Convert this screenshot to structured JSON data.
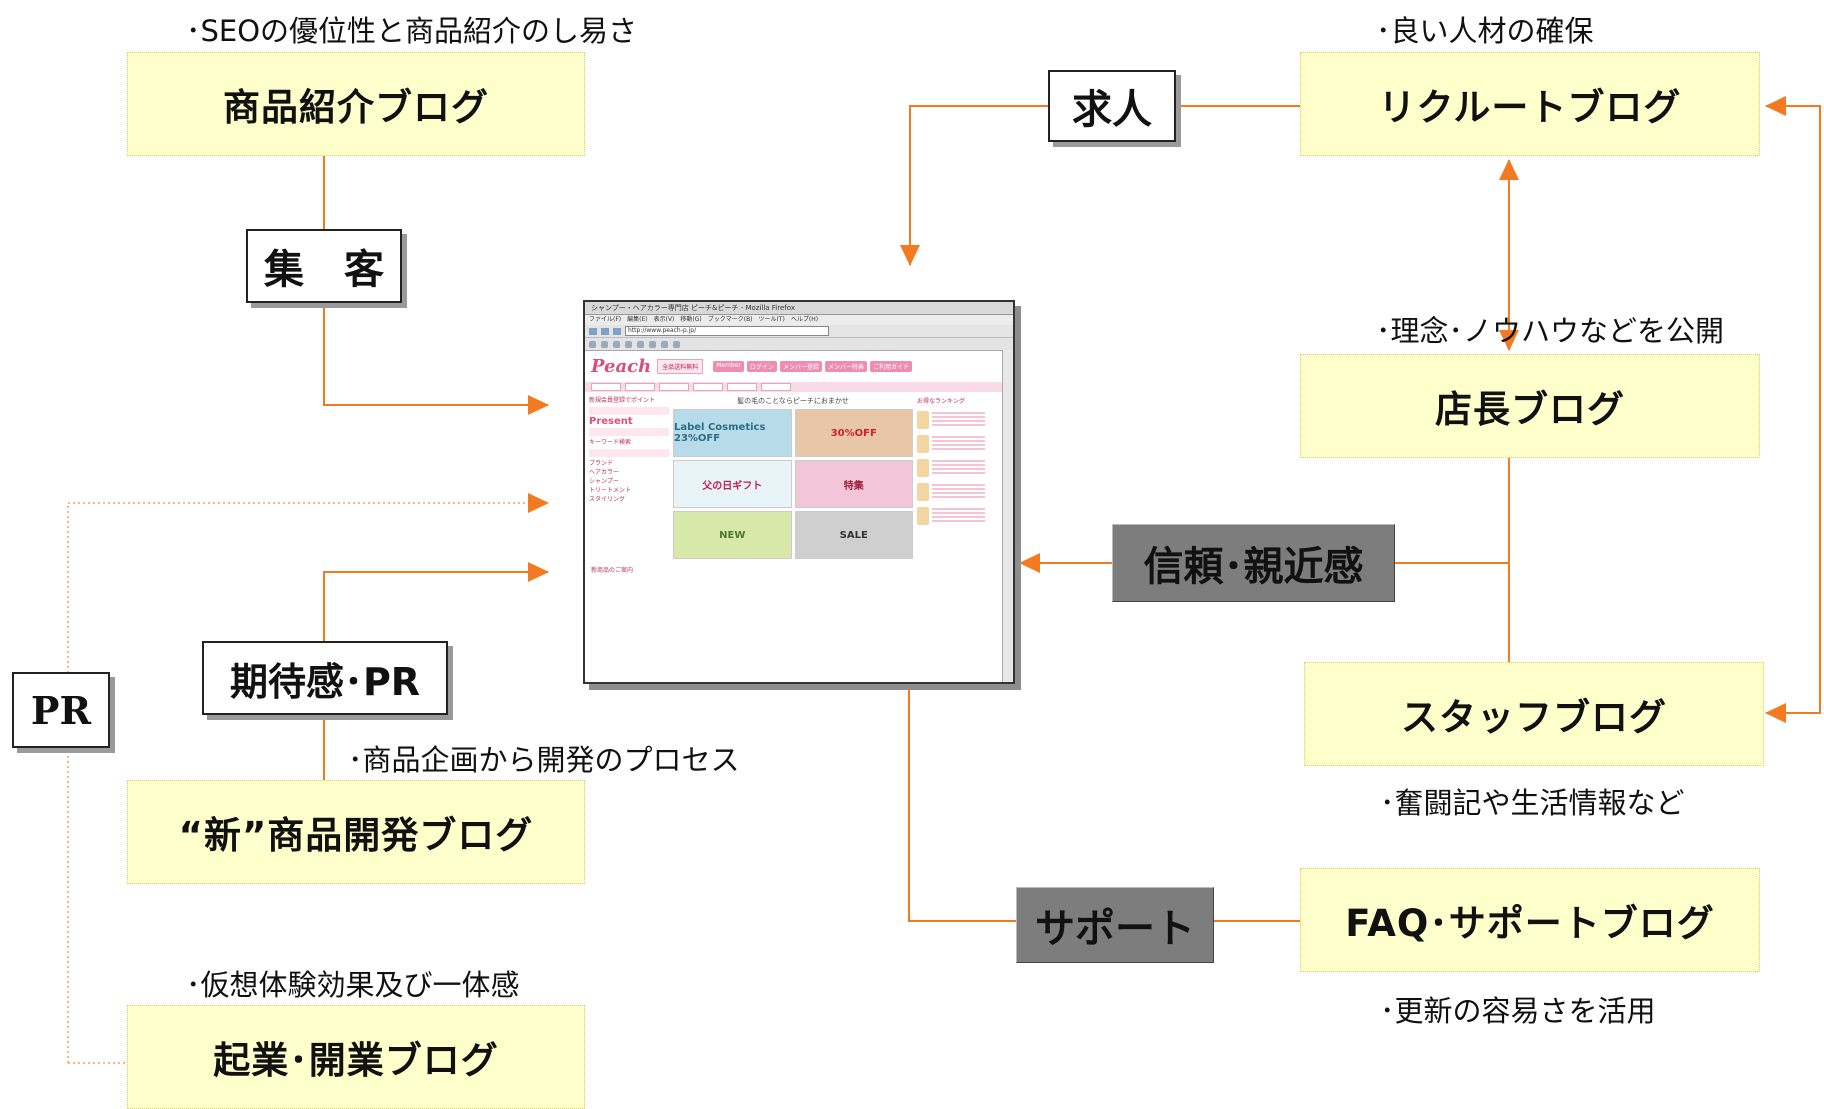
{
  "notes": {
    "seo": "･SEOの優位性と商品紹介のし易さ",
    "talent": "･良い人材の確保",
    "philosophy": "･理念･ノウハウなどを公開",
    "process": "･商品企画から開発のプロセス",
    "struggle": "･奮闘記や生活情報など",
    "virtual": "･仮想体験効果及び一体感",
    "update": "･更新の容易さを活用"
  },
  "blogs": {
    "product_intro": "商品紹介ブログ",
    "recruit": "リクルートブログ",
    "manager": "店長ブログ",
    "staff": "スタッフブログ",
    "new_product": "“新”商品開発ブログ",
    "faq_support": "FAQ･サポートブログ",
    "startup": "起業･開業ブログ"
  },
  "tags": {
    "attract": "集　客",
    "hiring": "求人",
    "trust": "信頼･親近感",
    "expectation": "期待感･PR",
    "pr": "PR",
    "support": "サポート"
  },
  "screenshot": {
    "window_title": "シャンプー・ヘアカラー専門店 ピーチ&ピーチ - Mozilla Firefox",
    "menu": "ファイル(F)　編集(E)　表示(V)　移動(G)　ブックマーク(B)　ツール(T)　ヘルプ(H)",
    "url": "http://www.peach-p.jp/",
    "logo": "Peach",
    "promo": "全品送料無料",
    "nav": [
      "Member",
      "ログイン",
      "メンバー登録",
      "メンバー特典",
      "ご利用ガイド"
    ],
    "left": [
      "新規会員登録でポイント",
      "Present",
      "キーワード検索",
      "ブランド",
      "ヘアカラー",
      "シャンプー",
      "トリートメント",
      "スタイリング"
    ],
    "heading": "髪の毛のことならピーチにおまかせ",
    "cells": [
      "Label Cosmetics 23%OFF",
      "30%OFF",
      "父の日ギフト",
      "特集",
      "NEW",
      "SALE"
    ],
    "right_title": "お得なランキング",
    "footer": "新商品のご案内"
  },
  "colors": {
    "connector": "#f37a20",
    "pr_line": "#f5a060",
    "blog_fill": "#ffffcc",
    "blog_border": "#e0cf62",
    "tag_gray": "#7d7d7d"
  }
}
